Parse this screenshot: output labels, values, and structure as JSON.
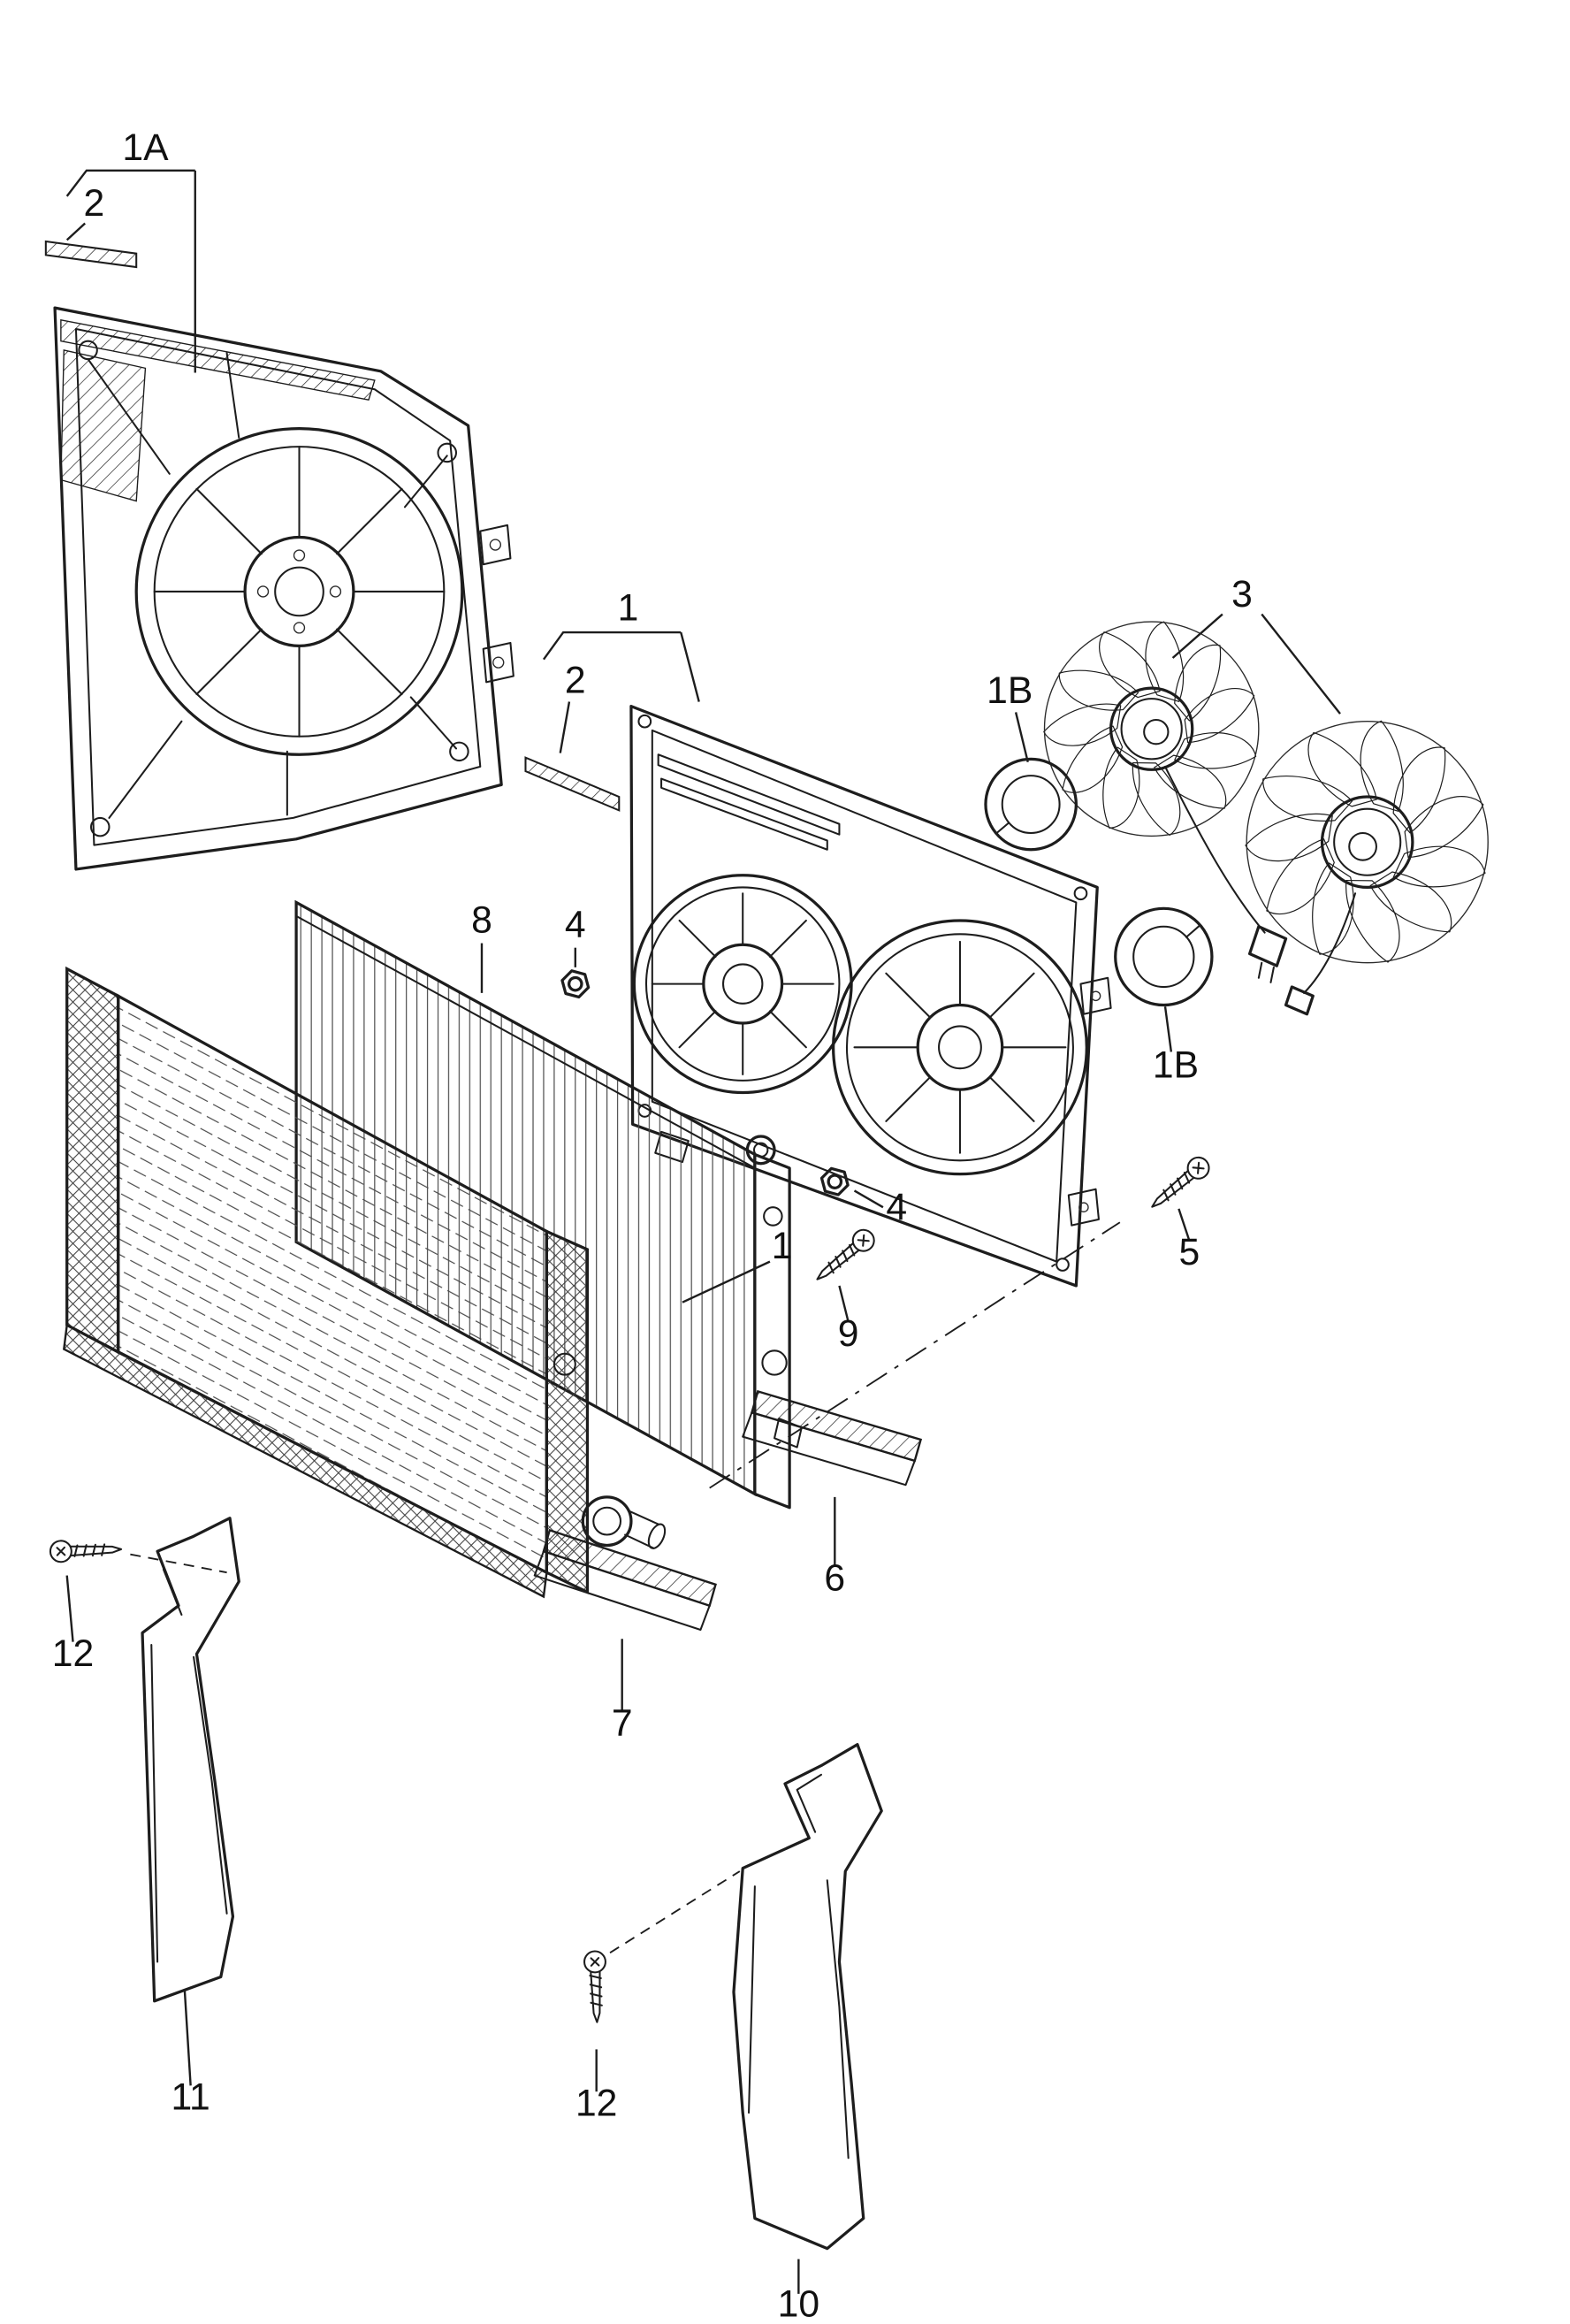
{
  "page": {
    "kind": "exploded-parts-diagram",
    "subject": "radiator-cooling-fan-assembly",
    "colors": {
      "line": "#1d1d1d",
      "background": "#ffffff"
    }
  },
  "callouts": {
    "shroud": "1A",
    "seal_top": "2",
    "frame": "1",
    "seal_mid": "2",
    "fans": "3",
    "ring_upper": "1B",
    "ring_lower": "1B",
    "radiator": "8",
    "nut_upper": "4",
    "nut_lower": "4",
    "screw_frame": "5",
    "screw_tank": "9",
    "radiator_assembly": "1",
    "bracket_right": "6",
    "bracket_lower": "7",
    "air_guide_left": "11",
    "screw_left": "12",
    "screw_bottom": "12",
    "air_guide_right": "10"
  }
}
